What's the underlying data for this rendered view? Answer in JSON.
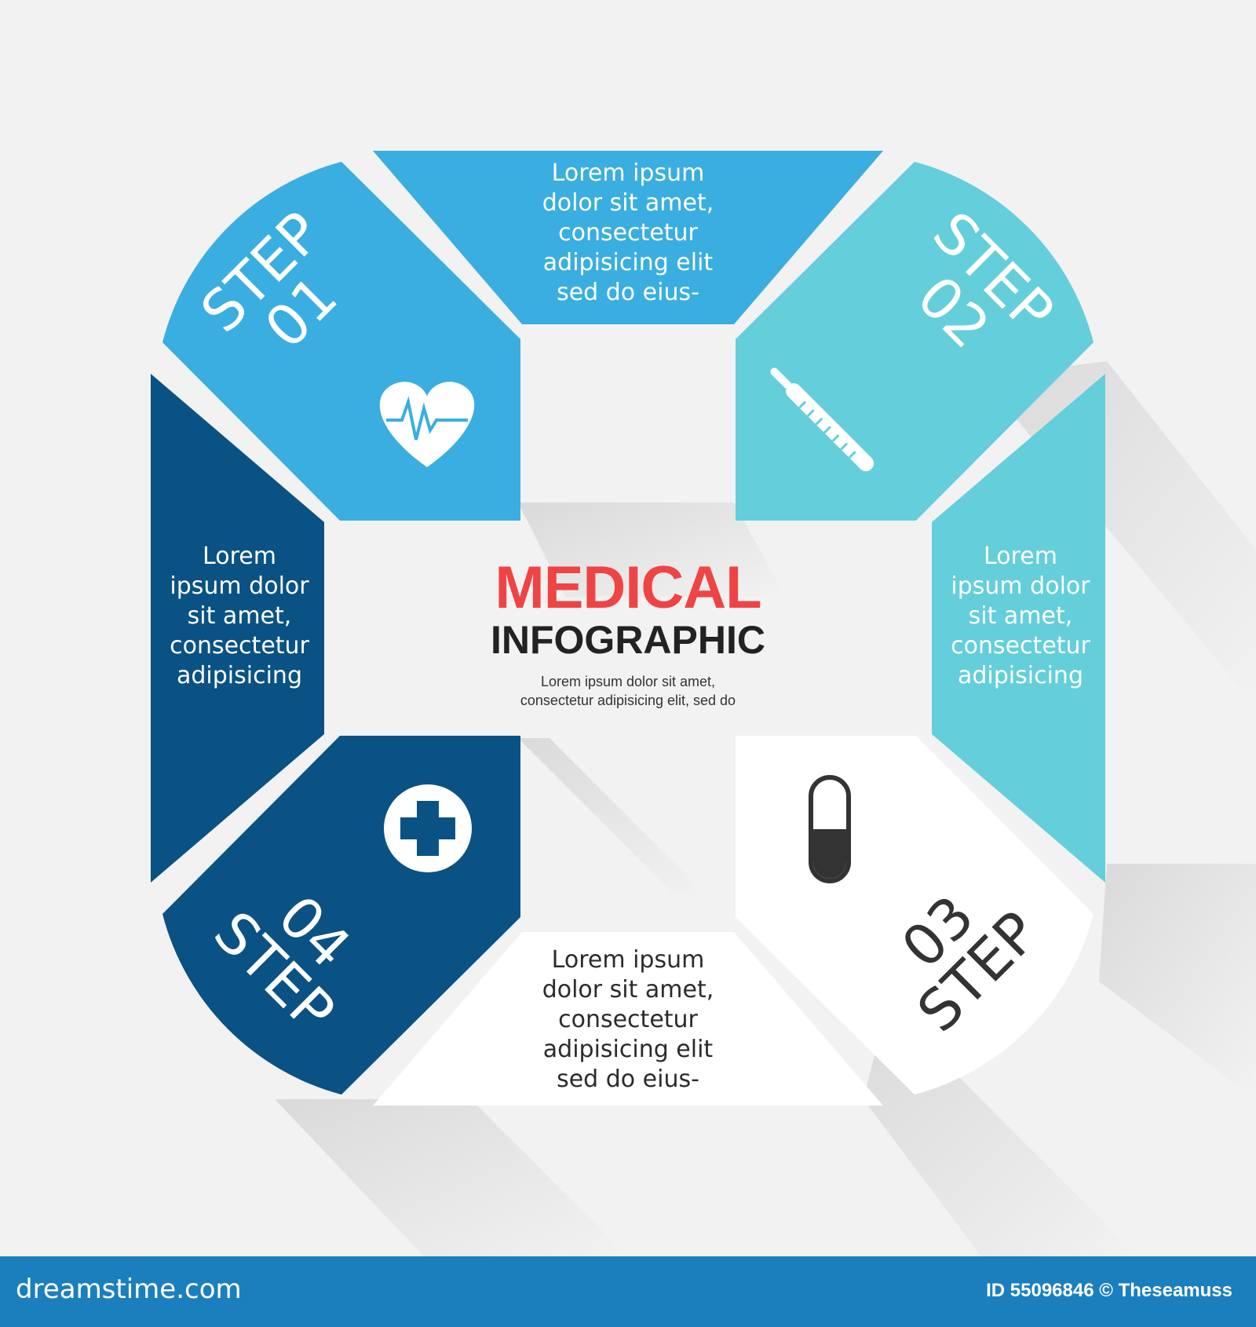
{
  "colors": {
    "background": "#f2f2f2",
    "light_blue": "#3aaee0",
    "aqua": "#64cfda",
    "navy": "#0a5283",
    "white_segment": "#ffffff",
    "title_red": "#ef4444",
    "footer_blue": "#1c7fbd"
  },
  "center": {
    "title": "MEDICAL",
    "subtitle": "INFOGRAPHIC",
    "caption": "Lorem ipsum dolor sit amet,\nconsectetur adipisicing elit, sed do"
  },
  "segments": {
    "top_text": "Lorem ipsum\ndolor sit amet,\nconsectetur\nadipisicing elit\nsed do eius-",
    "right_text": "Lorem\nipsum dolor\nsit amet,\nconsectetur\nadipisicing",
    "bottom_text": "Lorem ipsum\ndolor sit amet,\nconsectetur\nadipisicing elit\nsed do eius-",
    "left_text": "Lorem\nipsum dolor\nsit amet,\nconsectetur\nadipisicing"
  },
  "steps": [
    {
      "word": "STEP",
      "number": "01",
      "icon": "heart-pulse-icon"
    },
    {
      "word": "STEP",
      "number": "02",
      "icon": "thermometer-icon"
    },
    {
      "word": "STEP",
      "number": "03",
      "icon": "pill-capsule-icon"
    },
    {
      "word": "STEP",
      "number": "04",
      "icon": "medical-cross-icon"
    }
  ],
  "footer": {
    "brand": "dreamstime.com",
    "credit": "ID 55096846 © Theseamuss"
  }
}
